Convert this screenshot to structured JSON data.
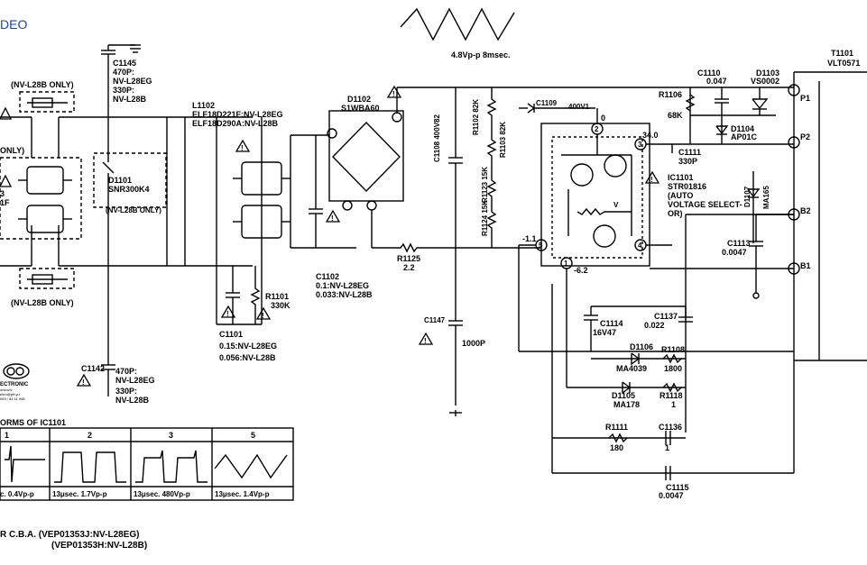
{
  "header": {
    "title_fragment": "DEO"
  },
  "waveform_top": {
    "text": "4.8Vp-p   8msec."
  },
  "components": {
    "c1145": [
      "C1145",
      "470P:",
      "NV-L28EG",
      "330P:",
      "NV-L28B"
    ],
    "nv_only_top": "(NV-L28B ONLY)",
    "nv_only_left": "ONLY)",
    "nv_only_bottom": "(NV-L28B ONLY)",
    "left_partial": [
      "3",
      "1F"
    ],
    "l1102": [
      "L1102",
      "ELF18D221F:NV-L28EG",
      "ELF18D290A:NV-L28B"
    ],
    "d1101": [
      "D1101",
      "SNR300K4"
    ],
    "d1101_note": "(NV-L28B ONLY)",
    "d1102": [
      "D1102",
      "S1WBA60"
    ],
    "c1108": "C1108 400V82",
    "r1102": "R1102 82K",
    "r1103": "R1103 82K",
    "r1123": "R1123 15K",
    "r1124": "R1124 15K",
    "c1109": "C1109",
    "c1109_val": "400V1",
    "r1125": [
      "R1125",
      "2.2"
    ],
    "c1102": [
      "C1102",
      "0.1:NV-L28EG",
      "0.033:NV-L28B"
    ],
    "r1101": [
      "R1101",
      "330K"
    ],
    "c1101": [
      "C1101",
      "0.15:NV-L28EG",
      "0.056:NV-L28B"
    ],
    "c1147": "C1147",
    "c1147_val": "1000P",
    "c1142": [
      "C1142",
      "470P:",
      "NV-L28EG",
      "330P:",
      "NV-L28B"
    ],
    "ic1101": [
      "IC1101",
      "STR01816",
      "(AUTO",
      "VOLTAGE SELECT-",
      "OR)"
    ],
    "pin_volts": {
      "v34": "34.0",
      "vm11": "-1.1",
      "vm62": "-6.2",
      "p0": "0"
    },
    "pins": {
      "p1": "1",
      "p2": "2",
      "p3": "3",
      "p4": "4",
      "p5": "5"
    },
    "c1110": [
      "C1110",
      "0.047"
    ],
    "d1103": [
      "D1103",
      "VS0002"
    ],
    "r1106": [
      "R1106",
      "68K"
    ],
    "d1104": [
      "D1104",
      "AP01C"
    ],
    "c1111": [
      "C1111",
      "330P"
    ],
    "d1107": "D1107",
    "ma165": "MA165",
    "c1113": [
      "C1113",
      "0.0047"
    ],
    "t1101": [
      "T1101",
      "VLT0571"
    ],
    "trans_pins": [
      "P1",
      "P2",
      "B2",
      "B1"
    ],
    "c1114": [
      "C1114",
      "16V47"
    ],
    "c1137": [
      "C1137",
      "0.022"
    ],
    "d1106": [
      "D1106",
      "MA4039"
    ],
    "r1108": [
      "R1108",
      "1800"
    ],
    "d1105": [
      "D1105",
      "MA178"
    ],
    "r1118": [
      "R1118",
      "1"
    ],
    "r1111": [
      "R1111",
      "180"
    ],
    "c1136": [
      "C1136",
      "1"
    ],
    "c1115": [
      "C1115",
      "0.0047"
    ],
    "transistor_v": "V"
  },
  "waveforms": {
    "title": "ORMS OF IC1101",
    "headers": [
      "1",
      "2",
      "3",
      "5"
    ],
    "captions": [
      "c. 0.4Vp-p",
      "13μsec. 1.7Vp-p",
      "13μsec. 480Vp-p",
      "13μsec.  1.4Vp-p"
    ]
  },
  "logo": {
    "text": "ECTRONIC",
    "sub": [
      "onkovic",
      "ekro@ptt.yu",
      "063 / 83 11 008"
    ]
  },
  "footer": {
    "line1": "R C.B.A. (VEP01353J:NV-L28EG)",
    "line2": "(VEP01353H:NV-L28B)"
  }
}
